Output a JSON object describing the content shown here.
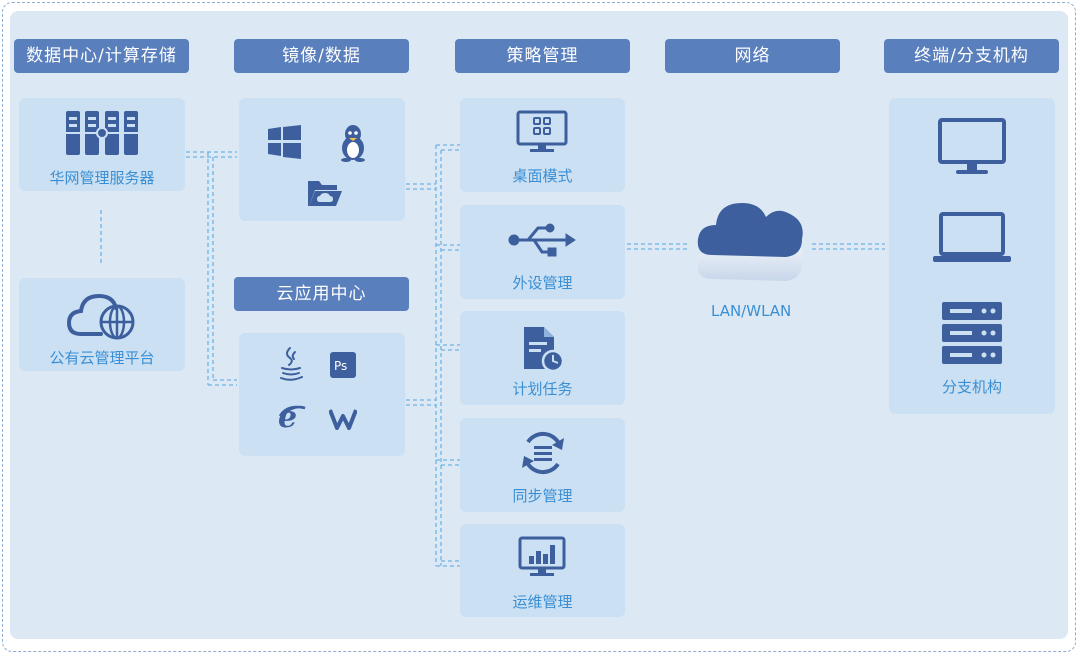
{
  "headers": {
    "datacenter": "数据中心/计算存储",
    "image": "镜像/数据",
    "policy": "策略管理",
    "network": "网络",
    "terminal": "终端/分支机构",
    "cloudapp": "云应用中心"
  },
  "datacenter": {
    "server_label": "华网管理服务器",
    "cloud_label": "公有云管理平台"
  },
  "policy_items": [
    {
      "label": "桌面模式",
      "icon": "desktop-monitor-icon"
    },
    {
      "label": "外设管理",
      "icon": "usb-icon"
    },
    {
      "label": "计划任务",
      "icon": "schedule-document-icon"
    },
    {
      "label": "同步管理",
      "icon": "sync-icon"
    },
    {
      "label": "运维管理",
      "icon": "chart-monitor-icon"
    }
  ],
  "network": {
    "cloud_label": "LAN/WLAN"
  },
  "terminal": {
    "branch_label": "分支机构"
  },
  "colors": {
    "accent": "#5a7fbd",
    "icon": "#3d5f9e",
    "label": "#3a8fd4",
    "box": "#cbe0f2",
    "panel": "#dce9f5"
  }
}
